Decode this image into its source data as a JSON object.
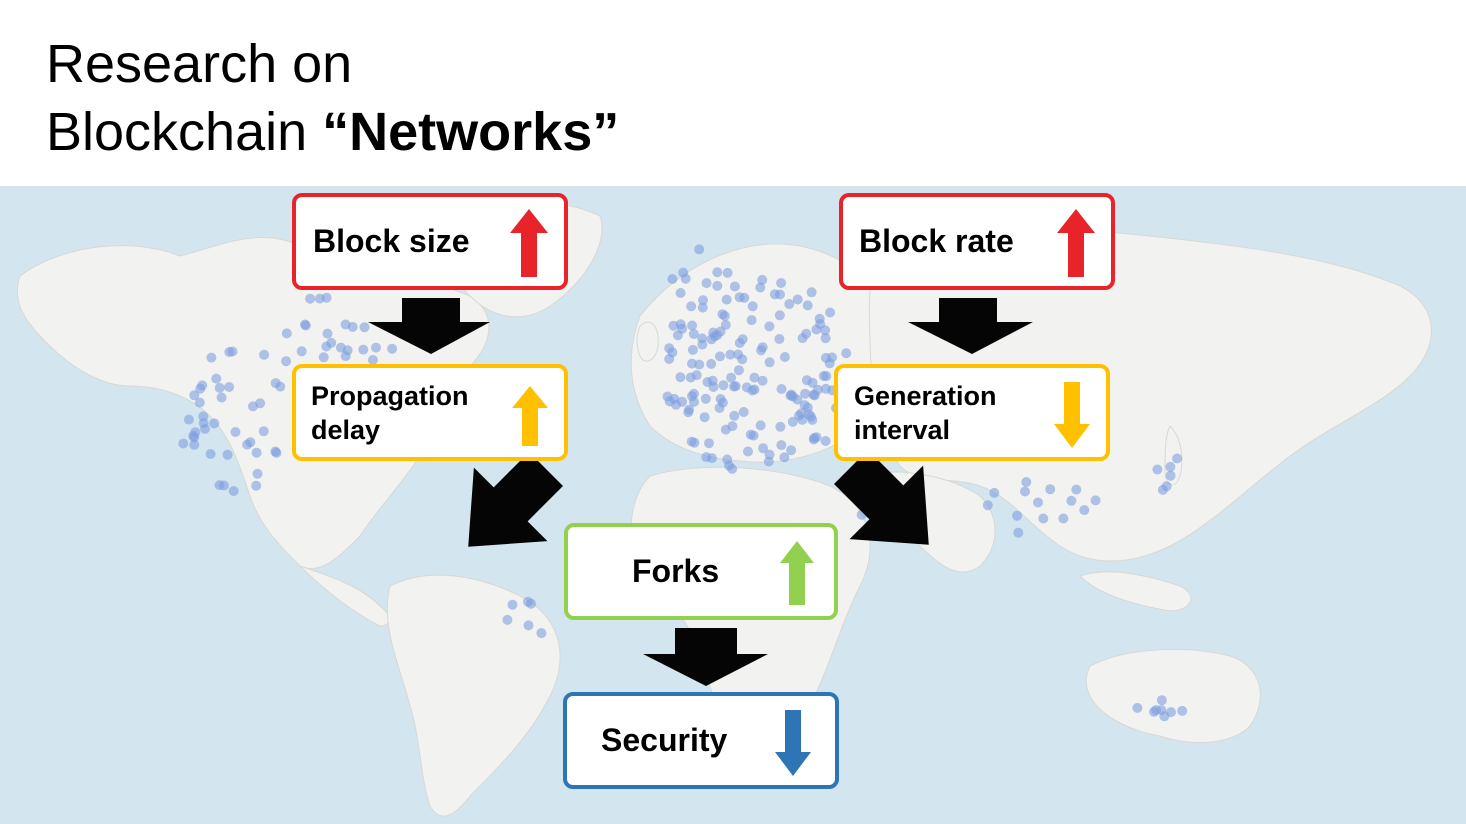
{
  "title": {
    "line1": "Research on",
    "line2_prefix": "Blockchain ",
    "line2_bold": "“Networks”"
  },
  "colors": {
    "red": "#e8232a",
    "orange": "#ffc000",
    "green": "#92d050",
    "blue": "#2e75b6",
    "ocean": "#d3e5ee",
    "land": "#f2f2f0",
    "node": "#7f9fe0",
    "arrow": "#050505"
  },
  "boxes": {
    "block_size": {
      "label": "Block size",
      "trend": "up"
    },
    "block_rate": {
      "label": "Block rate",
      "trend": "up"
    },
    "propagation": {
      "label": "Propagation\ndelay",
      "trend": "up"
    },
    "generation": {
      "label": "Generation\ninterval",
      "trend": "down"
    },
    "forks": {
      "label": "Forks",
      "trend": "up"
    },
    "security": {
      "label": "Security",
      "trend": "down"
    }
  },
  "icons": [
    "up-arrow-icon",
    "down-arrow-icon",
    "flow-arrow-icon"
  ]
}
